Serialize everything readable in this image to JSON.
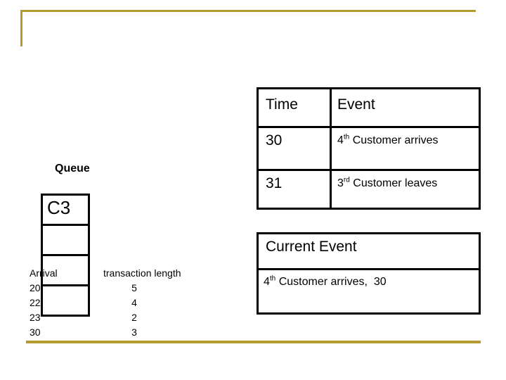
{
  "accent_color": "#B29A2E",
  "queue": {
    "label": "Queue",
    "cells": [
      "C3",
      "",
      "",
      ""
    ]
  },
  "arrival_list": {
    "header": "Arrival",
    "values": [
      "20",
      "22",
      "23",
      "30"
    ]
  },
  "transaction_list": {
    "header": "transaction length",
    "values": [
      "5",
      "4",
      "2",
      "3"
    ]
  },
  "event_table": {
    "col_time": "Time",
    "col_event": "Event",
    "rows": [
      {
        "time": "30",
        "event_num": "4",
        "event_sup": "th",
        "event_rest": " Customer arrives"
      },
      {
        "time": "31",
        "event_num": "3",
        "event_sup": "rd",
        "event_rest": " Customer leaves"
      }
    ]
  },
  "current_event": {
    "title": "Current Event",
    "event_num": "4",
    "event_sup": "th",
    "event_rest": " Customer arrives,  30"
  }
}
